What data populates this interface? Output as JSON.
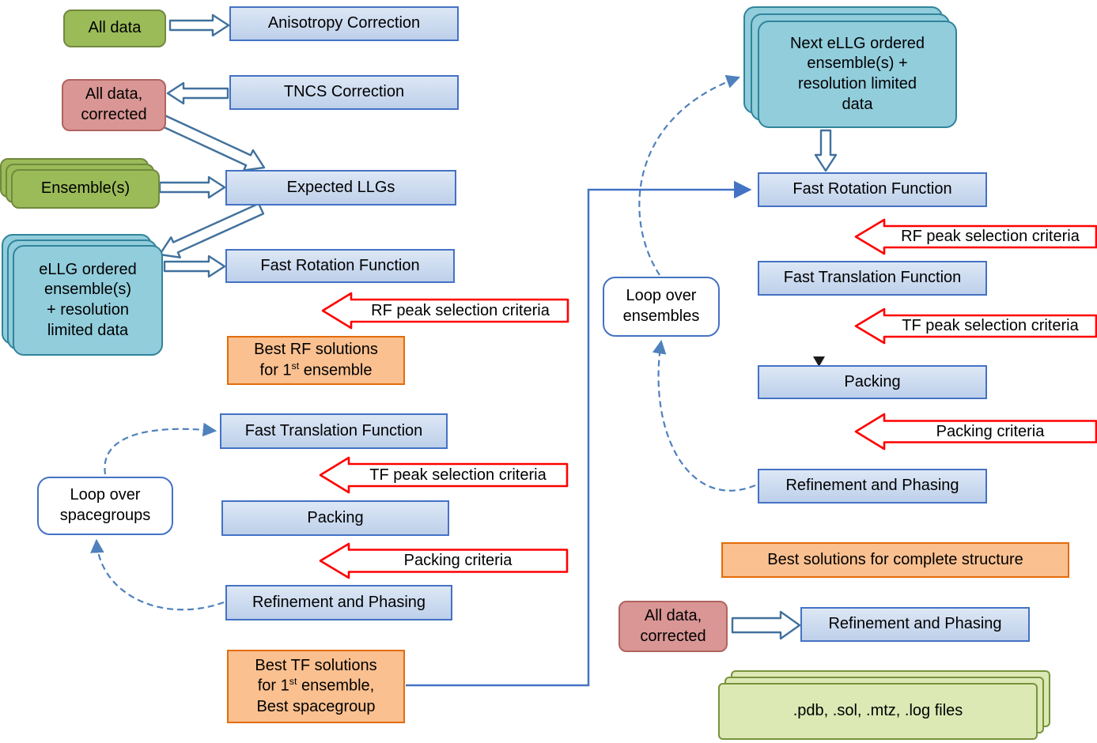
{
  "left": {
    "all_data": "All data",
    "anisotropy": "Anisotropy Correction",
    "tncs": "TNCS Correction",
    "all_data_corrected": "All data,\ncorrected",
    "ensembles": "Ensemble(s)",
    "expected_llgs": "Expected LLGs",
    "ellg_box": "eLLG ordered\nensemble(s)\n+ resolution\nlimited data",
    "fast_rotation": "Fast Rotation Function",
    "rf_criteria": "RF peak selection criteria",
    "best_rf_line1": "Best RF solutions",
    "best_rf_line2_pre": "for 1",
    "best_rf_sup": "st",
    "best_rf_line2_post": " ensemble",
    "fast_translation": "Fast Translation Function",
    "tf_criteria": "TF peak selection criteria",
    "packing": "Packing",
    "packing_criteria": "Packing criteria",
    "refinement": "Refinement and Phasing",
    "best_tf_line1": "Best TF solutions",
    "best_tf_line2_pre": "for 1",
    "best_tf_sup": "st",
    "best_tf_line2_post": " ensemble,",
    "best_tf_line3": "Best spacegroup",
    "loop_spacegroups": "Loop over\nspacegroups"
  },
  "right": {
    "next_ellg": "Next eLLG ordered\nensemble(s) +\nresolution limited\ndata",
    "fast_rotation": "Fast Rotation Function",
    "rf_criteria": "RF peak selection criteria",
    "fast_translation": "Fast Translation Function",
    "tf_criteria": "TF peak selection criteria",
    "packing": "Packing",
    "packing_criteria": "Packing criteria",
    "refinement": "Refinement and Phasing",
    "loop_ensembles": "Loop over\nensembles",
    "best_solutions": "Best solutions for complete structure",
    "all_data_corrected": "All data,\ncorrected",
    "refinement_final": "Refinement and Phasing",
    "output_files": ".pdb, .sol, .mtz, .log files"
  },
  "colors": {
    "process_fill": "#C9DAF0",
    "process_border": "#4472C4",
    "data_green_fill": "#9BBB59",
    "data_green_border": "#71893F",
    "corrected_pink_fill": "#D99694",
    "corrected_pink_border": "#B06460",
    "ensemble_teal_fill": "#92CDDC",
    "ensemble_teal_border": "#31849B",
    "result_orange_fill": "#FAC090",
    "result_orange_border": "#E36C0A",
    "criteria_arrow_border": "#FF0000",
    "loop_dashed_line": "#4F81BD",
    "connector_line": "#4472C4",
    "output_green_fill": "#DCE9B5",
    "output_green_border": "#77933C"
  }
}
